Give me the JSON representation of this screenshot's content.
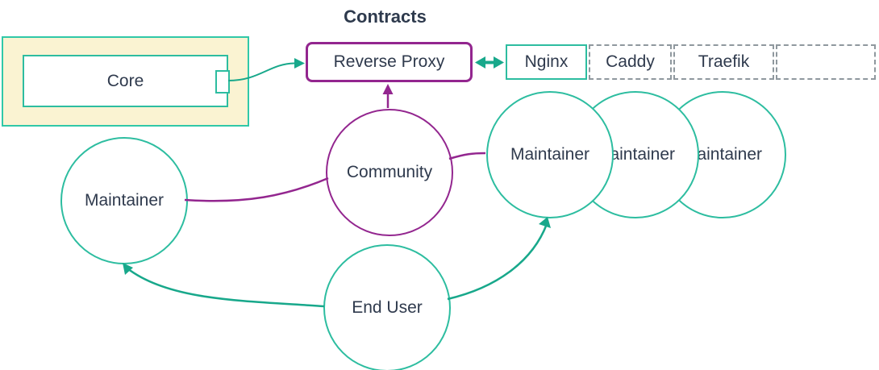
{
  "title": "Contracts",
  "colors": {
    "teal_edge": "#18a88b",
    "teal_border": "#2dbda0",
    "purple": "#93268f",
    "subgraph_fill": "#faf3d2",
    "subgraph_border": "#30c8a8",
    "dashed_border": "#8f989e",
    "text": "#2f3a4d"
  },
  "nodes": {
    "core": {
      "label": "Core"
    },
    "reverse_proxy": {
      "label": "Reverse Proxy"
    },
    "proxy_options": [
      {
        "label": "Nginx"
      },
      {
        "label": "Caddy"
      },
      {
        "label": "Traefik"
      },
      {
        "label": ""
      }
    ],
    "community": {
      "label": "Community"
    },
    "maintainer_left": {
      "label": "Maintainer"
    },
    "maintainers_right": [
      {
        "label": "Maintainer"
      },
      {
        "label": "Maintainer"
      },
      {
        "label": "Maintainer"
      }
    ],
    "end_user": {
      "label": "End User"
    }
  },
  "edges": [
    {
      "from": "core",
      "to": "reverse_proxy",
      "style": "arrow",
      "color": "teal"
    },
    {
      "from": "reverse_proxy",
      "to": "nginx",
      "style": "double-arrow",
      "color": "teal"
    },
    {
      "from": "community",
      "to": "reverse_proxy",
      "style": "arrow",
      "color": "purple"
    },
    {
      "from": "community",
      "to": "maintainer_left",
      "style": "line",
      "color": "purple"
    },
    {
      "from": "community",
      "to": "maintainer_right_1",
      "style": "line",
      "color": "purple"
    },
    {
      "from": "end_user",
      "to": "maintainer_left",
      "style": "arrow",
      "color": "teal"
    },
    {
      "from": "end_user",
      "to": "maintainer_right_1",
      "style": "arrow",
      "color": "teal"
    }
  ]
}
